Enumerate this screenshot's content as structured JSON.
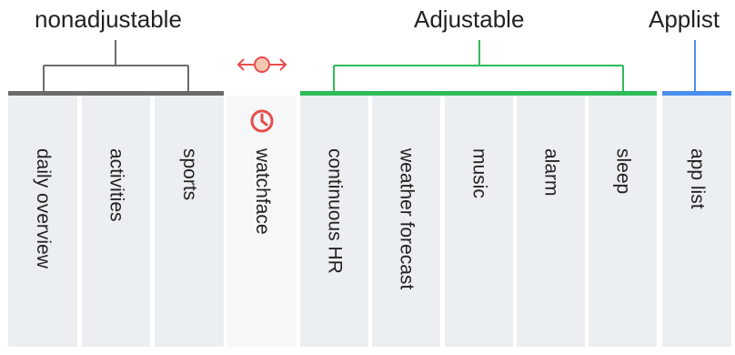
{
  "groups": {
    "nonadjustable": {
      "label": "nonadjustable",
      "color": "#6b6b6b"
    },
    "adjustable": {
      "label": "Adjustable",
      "color": "#2ebd59"
    },
    "applist": {
      "label": "Applist",
      "color": "#4a8ef0"
    }
  },
  "watchface": {
    "label": "watchface",
    "icon": "clock-icon",
    "accent": "#e84c4c"
  },
  "move_icon": "move-horizontal-icon",
  "items": [
    {
      "label": "daily overview",
      "group": "nonadjustable"
    },
    {
      "label": "activities",
      "group": "nonadjustable"
    },
    {
      "label": "sports",
      "group": "nonadjustable"
    },
    {
      "label": "watchface",
      "group": "watchface"
    },
    {
      "label": "continuous HR",
      "group": "adjustable"
    },
    {
      "label": "weather forecast",
      "group": "adjustable"
    },
    {
      "label": "music",
      "group": "adjustable"
    },
    {
      "label": "alarm",
      "group": "adjustable"
    },
    {
      "label": "sleep",
      "group": "adjustable"
    },
    {
      "label": "app list",
      "group": "applist"
    }
  ]
}
